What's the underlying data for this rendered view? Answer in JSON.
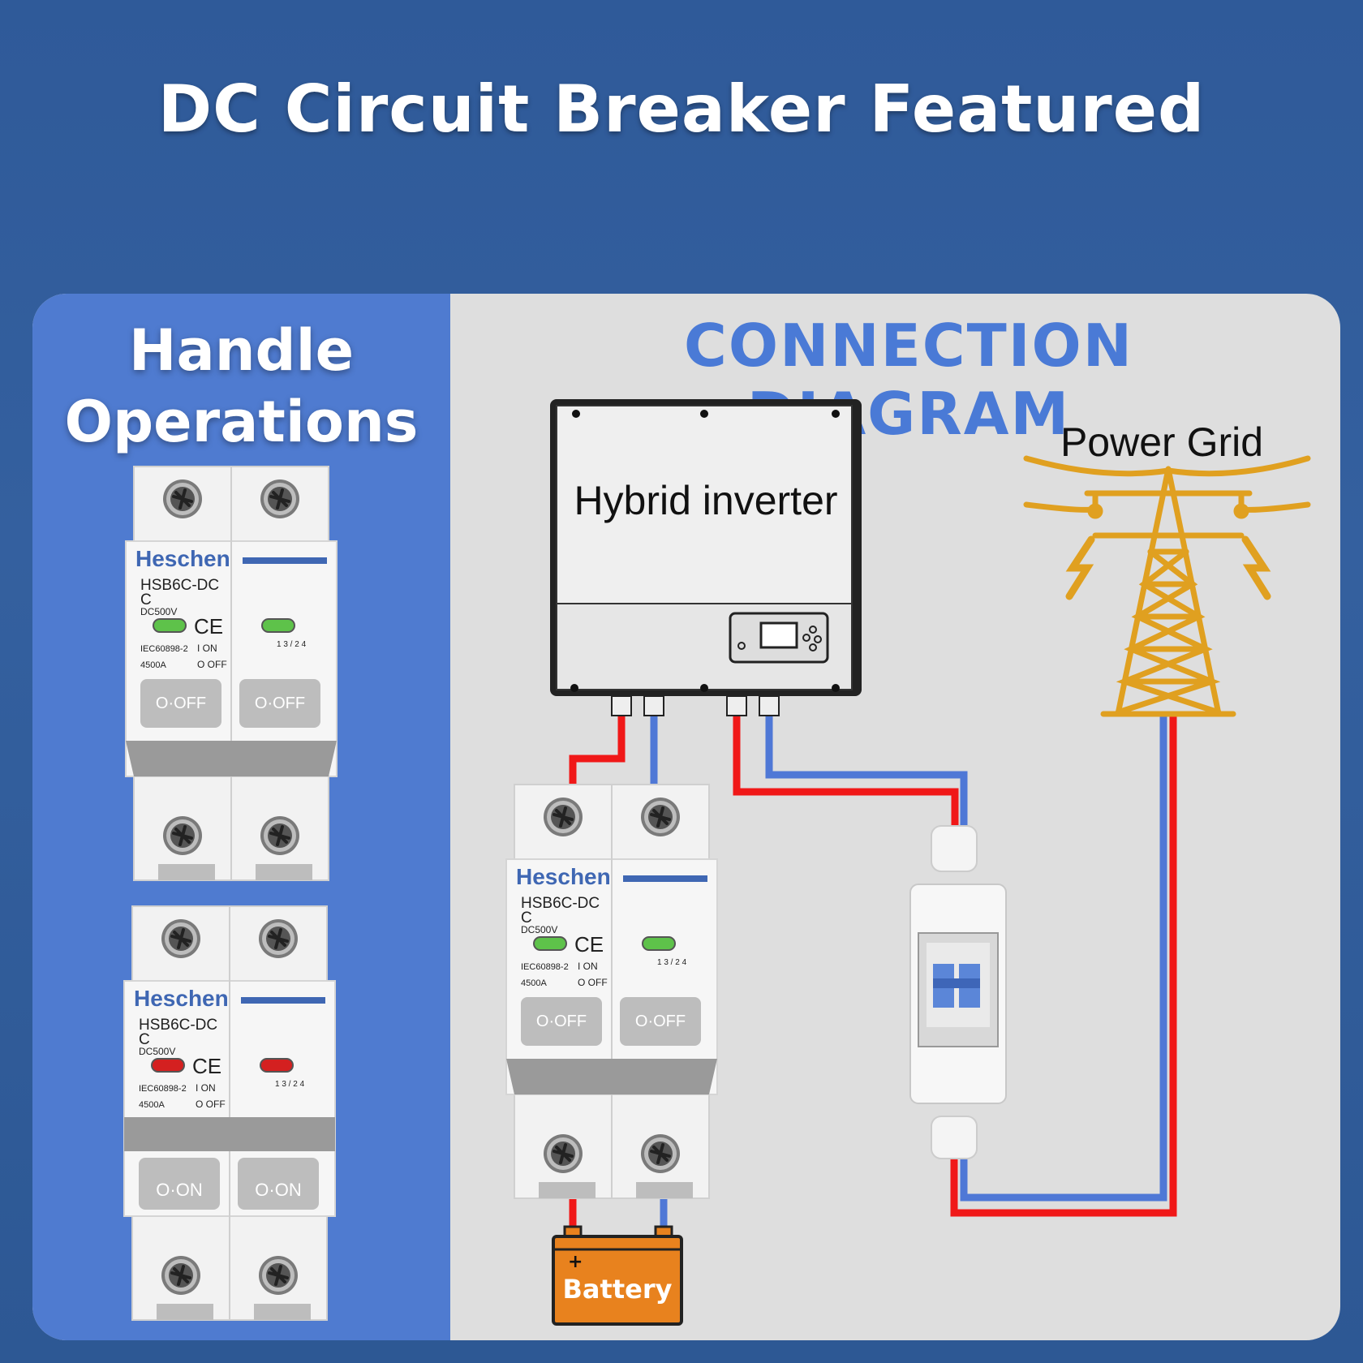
{
  "title": "DC Circuit Breaker Featured",
  "left_panel": {
    "line1": "Handle",
    "line2": "Operations"
  },
  "diagram_title": "CONNECTION DIAGRAM",
  "inverter_label": "Hybrid inverter",
  "grid_label": "Power Grid",
  "battery": {
    "label": "Battery",
    "plus": "+"
  },
  "breaker": {
    "brand": "Heschen",
    "model": "HSB6C-DC",
    "curve": "C",
    "voltage": "DC500V",
    "ce": "CE",
    "standard": "IEC60898-2",
    "capacity": "4500A",
    "on_mark": "I ON",
    "off_mark": "O OFF",
    "terminals": "1 3 / 2 4",
    "off_label": "O·OFF",
    "on_label": "O·ON"
  },
  "colors": {
    "background": "#2f5a99",
    "left_panel": "#4f7bd0",
    "accent_blue": "#4a7ad6",
    "wire_red": "#f01818",
    "wire_blue": "#4f78d6",
    "grid_orange": "#e0a020",
    "battery_orange": "#e8821e",
    "led_green": "#5ec24a",
    "led_red": "#d42020"
  }
}
